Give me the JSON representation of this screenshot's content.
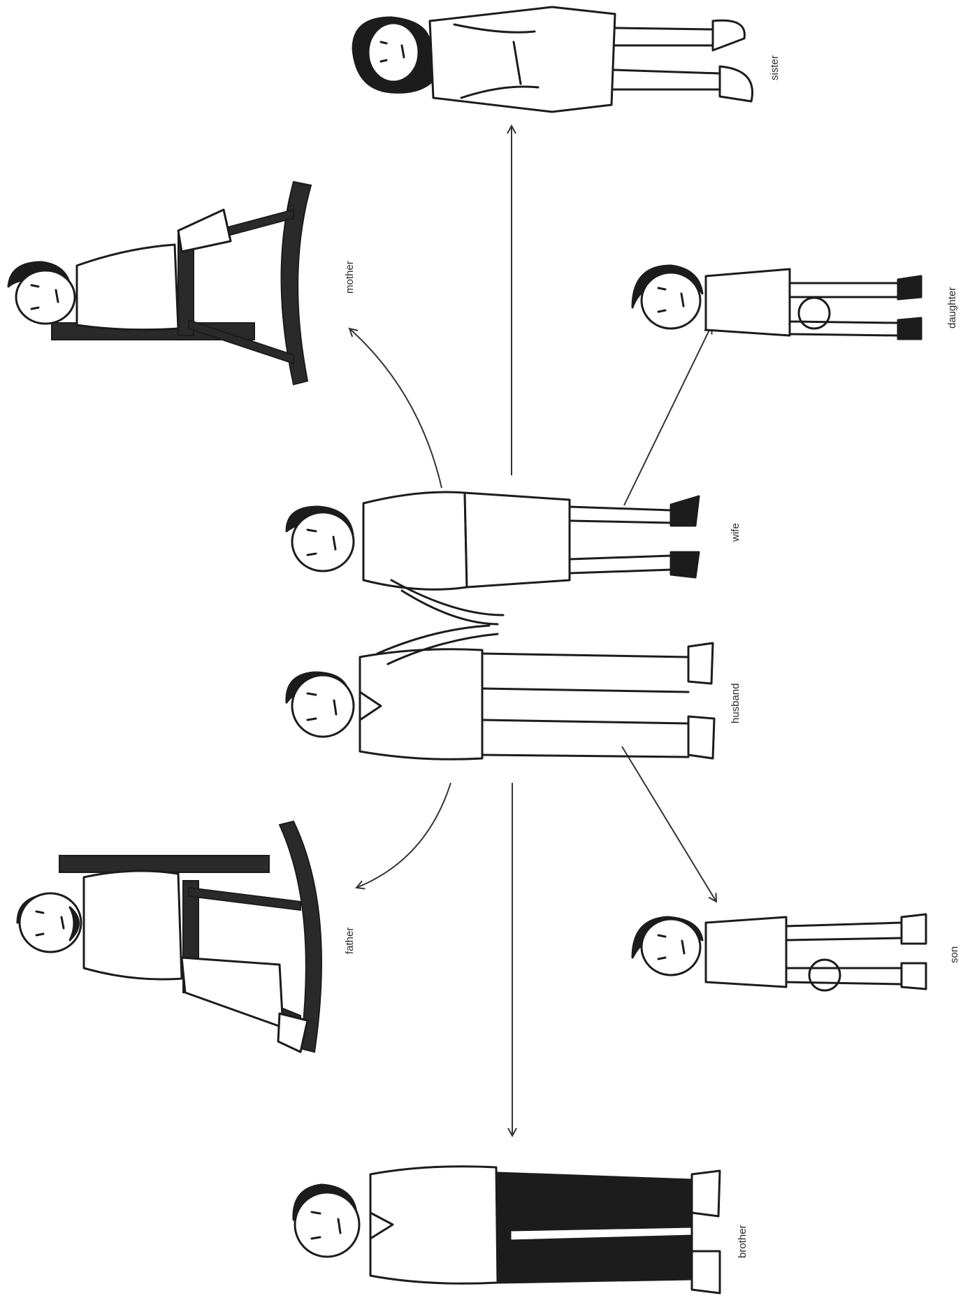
{
  "colors": {
    "ink": "#1c1c1c",
    "paper": "#ffffff"
  },
  "people": {
    "sister": "sister",
    "mother": "mother",
    "daughter": "daughter",
    "wife": "wife",
    "husband": "husband",
    "father": "father",
    "son": "son",
    "brother": "brother"
  },
  "relations": [
    {
      "from": "wife",
      "to": "mother"
    },
    {
      "from": "wife",
      "to": "sister"
    },
    {
      "from": "wife",
      "to": "daughter"
    },
    {
      "from": "husband",
      "to": "father"
    },
    {
      "from": "husband",
      "to": "brother"
    },
    {
      "from": "husband",
      "to": "son"
    }
  ]
}
